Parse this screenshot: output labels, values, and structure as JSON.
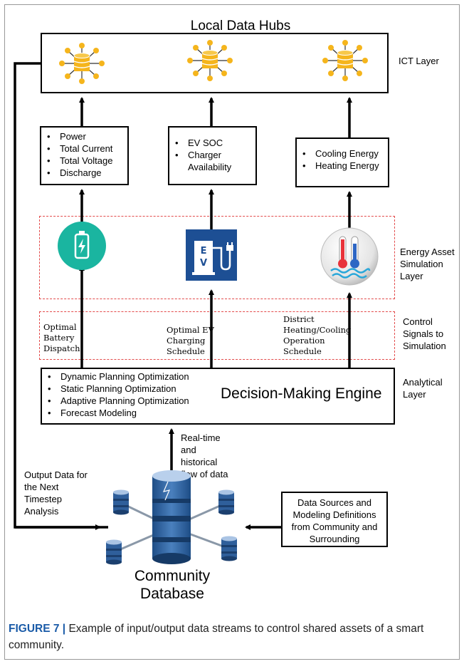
{
  "title": "Local Data Hubs",
  "layers": {
    "ict": "ICT Layer",
    "energy_asset": "Energy Asset Simulation Layer",
    "control": "Control Signals to Simulation",
    "analytical": "Analytical Layer"
  },
  "data_boxes": [
    {
      "items": [
        "Power",
        "Total Current",
        "Total Voltage",
        "Discharge"
      ]
    },
    {
      "items": [
        "EV SOC",
        "Charger Availability"
      ]
    },
    {
      "items": [
        "Cooling Energy",
        "Heating Energy"
      ]
    }
  ],
  "control_signals": [
    "Optimal Battery Dispatch",
    "Optimal EV Charging Schedule",
    "District Heating/Cooling Operation Schedule"
  ],
  "engine": {
    "title": "Decision-Making Engine",
    "items": [
      "Dynamic Planning Optimization",
      "Static Planning Optimization",
      "Adaptive Planning Optimization",
      "Forecast Modeling"
    ]
  },
  "flow_label": "Real-time and historical flow of data",
  "output_label": "Output Data for the Next Timestep Analysis",
  "sources_label": "Data Sources and Modeling Definitions from Community and Surrounding",
  "database_label": "Community Database",
  "icons": {
    "hub": "database-hub-icon",
    "battery": "battery-icon",
    "ev": "ev-charger-icon",
    "thermo": "thermometer-icon",
    "db": "database-cluster-icon"
  },
  "ev_letters": [
    "E",
    "V"
  ],
  "caption": {
    "label": "FIGURE 7 |",
    "text": " Example of input/output data streams to control shared assets of a smart community."
  },
  "colors": {
    "accent": "#1a5ba8",
    "hub_orange": "#f5b51c",
    "battery_teal": "#1ab5a0",
    "ev_blue": "#1d4f94",
    "dashed_red": "#e34b4b"
  }
}
